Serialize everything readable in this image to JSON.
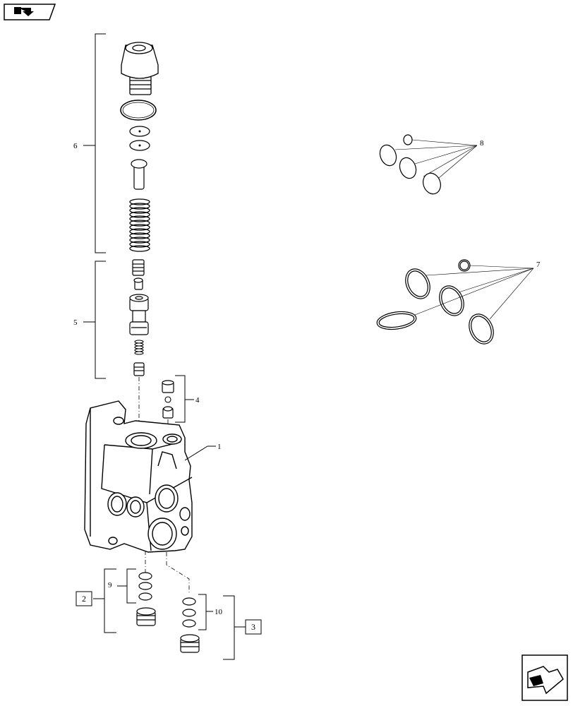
{
  "diagram": {
    "callouts": {
      "c1": "1",
      "c4": "4",
      "c5": "5",
      "c6": "6",
      "c7": "7",
      "c8": "8",
      "c9": "9",
      "c10": "10"
    },
    "boxed_refs": {
      "b2": "2",
      "b3": "3"
    },
    "icons": {
      "top_left": "book-arrow-icon",
      "bottom_right": "next-page-arrow-icon"
    }
  }
}
